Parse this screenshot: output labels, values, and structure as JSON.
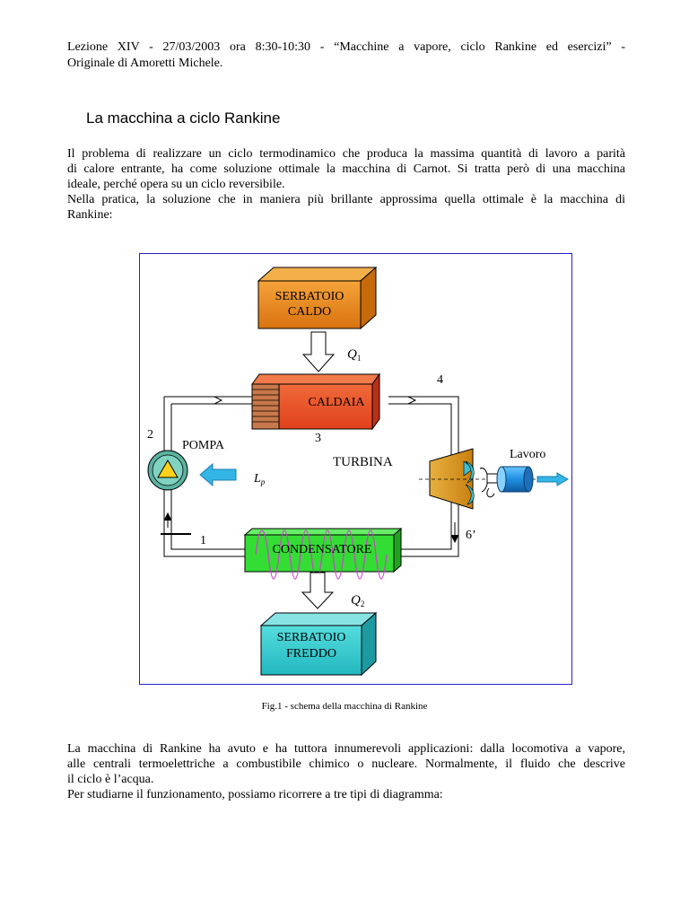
{
  "header": {
    "line1": "Lezione XIV - 27/03/2003 ora 8:30-10:30 - “Macchine a vapore, ciclo Rankine ed esercizi” -",
    "line2": "Originale di Amoretti Michele."
  },
  "title": "La macchina a ciclo Rankine",
  "intro": {
    "p1_line1": "Il problema di realizzare un ciclo termodinamico che produca la massima quantità di lavoro a parità",
    "p1_line2": "di calore entrante, ha come soluzione ottimale la macchina di Carnot. Si tratta però di una macchina",
    "p1_line3": "ideale, perché opera su un ciclo reversibile.",
    "p2_line1": "Nella pratica, la soluzione che in maniera più brillante approssima quella ottimale è la macchina di",
    "p2_line2": "Rankine:"
  },
  "diagram": {
    "hot_reservoir": {
      "line1": "SERBATOIO",
      "line2": "CALDO"
    },
    "q1_label": "Q",
    "q1_sub": "1",
    "boiler": "CALDAIA",
    "label_4": "4",
    "label_3": "3",
    "label_2": "2",
    "pump": "POMPA",
    "turbine": "TURBINA",
    "work": "Lavoro",
    "lp_label": "L",
    "lp_sub": "p",
    "label_1": "1",
    "label_6": "6’",
    "condenser": "CONDENSATORE",
    "q2_label": "Q",
    "q2_sub": "2",
    "cold_reservoir": {
      "line1": "SERBATOIO",
      "line2": "FREDDO"
    },
    "colors": {
      "frame": "#2222cc",
      "hot_front": "#e88a1a",
      "boiler_red": "#e8502a",
      "condenser_green": "#33dd33",
      "cold_front": "#33cccc",
      "pump_yellow": "#ffd21a",
      "arrow_cyan": "#33b5e5",
      "wave": "#cc44cc"
    }
  },
  "caption": "Fig.1 - schema della macchina di Rankine",
  "after": {
    "line1": "La macchina di Rankine ha avuto e ha tuttora innumerevoli applicazioni: dalla locomotiva a vapore,",
    "line2": "alle centrali termoelettriche a combustibile chimico o nucleare. Normalmente, il fluido che descrive",
    "line3": "il ciclo è l’acqua.",
    "line4": "Per studiarne il funzionamento, possiamo ricorrere a tre tipi di diagramma:"
  }
}
